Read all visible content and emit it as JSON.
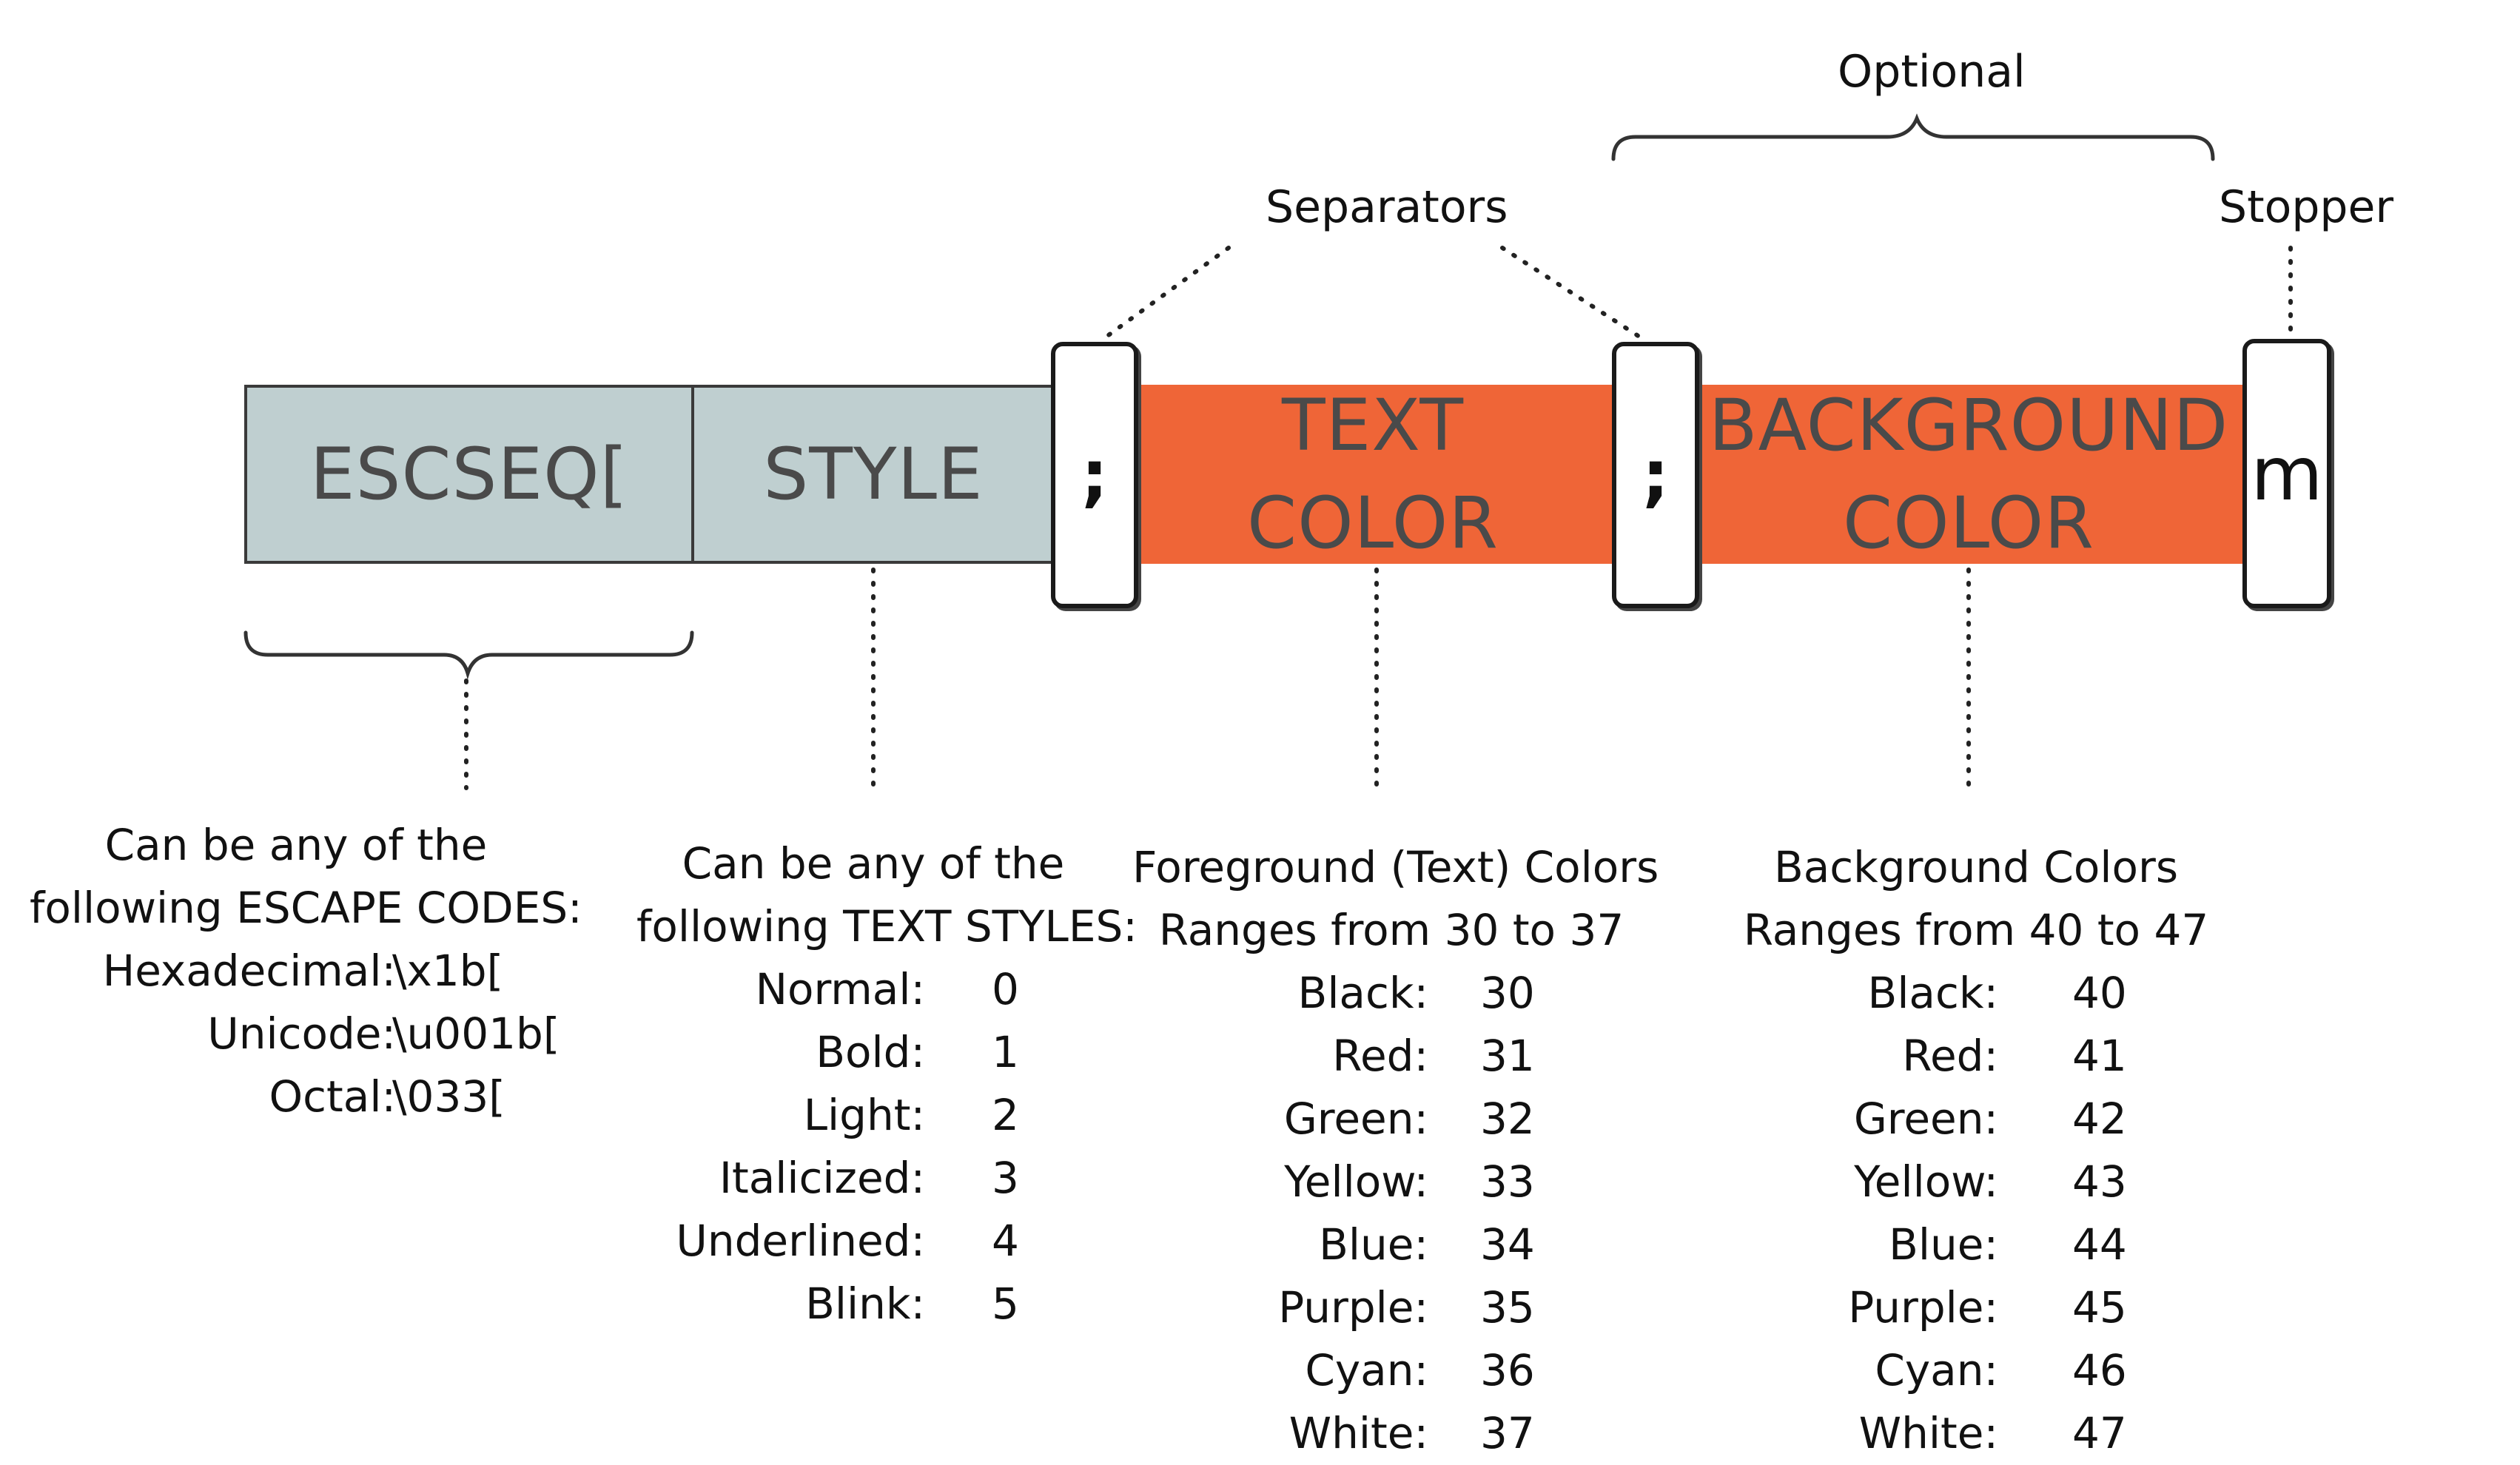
{
  "segments": {
    "escseq": "ESCSEQ[",
    "style": "STYLE",
    "sep1": ";",
    "text_color": [
      "TEXT",
      "COLOR"
    ],
    "sep2": ";",
    "bg_color": [
      "BACKGROUND",
      "COLOR"
    ],
    "stopper": "m"
  },
  "annotations": {
    "optional": "Optional",
    "separators": "Separators",
    "stopper": "Stopper"
  },
  "escape_codes": {
    "header": [
      "Can be any of the",
      "following ESCAPE CODES:"
    ],
    "items": [
      {
        "key": "Hexadecimal:",
        "value": "\\x1b["
      },
      {
        "key": "Unicode:",
        "value": "\\u001b["
      },
      {
        "key": "Octal:",
        "value": "\\033["
      }
    ]
  },
  "text_styles": {
    "header": [
      "Can be any of the",
      "following TEXT STYLES:"
    ],
    "items": [
      {
        "key": "Normal:",
        "value": "0"
      },
      {
        "key": "Bold:",
        "value": "1"
      },
      {
        "key": "Light:",
        "value": "2"
      },
      {
        "key": "Italicized:",
        "value": "3"
      },
      {
        "key": "Underlined:",
        "value": "4"
      },
      {
        "key": "Blink:",
        "value": "5"
      }
    ]
  },
  "foreground_colors": {
    "header": [
      "Foreground (Text) Colors",
      "Ranges from 30 to 37"
    ],
    "items": [
      {
        "key": "Black:",
        "value": "30"
      },
      {
        "key": "Red:",
        "value": "31"
      },
      {
        "key": "Green:",
        "value": "32"
      },
      {
        "key": "Yellow:",
        "value": "33"
      },
      {
        "key": "Blue:",
        "value": "34"
      },
      {
        "key": "Purple:",
        "value": "35"
      },
      {
        "key": "Cyan:",
        "value": "36"
      },
      {
        "key": "White:",
        "value": "37"
      }
    ]
  },
  "background_colors": {
    "header": [
      "Background Colors",
      "Ranges from 40 to 47"
    ],
    "items": [
      {
        "key": "Black:",
        "value": "40"
      },
      {
        "key": "Red:",
        "value": "41"
      },
      {
        "key": "Green:",
        "value": "42"
      },
      {
        "key": "Yellow:",
        "value": "43"
      },
      {
        "key": "Blue:",
        "value": "44"
      },
      {
        "key": "Purple:",
        "value": "45"
      },
      {
        "key": "Cyan:",
        "value": "46"
      },
      {
        "key": "White:",
        "value": "47"
      }
    ]
  },
  "colors": {
    "grey_segment": "#bfcfd0",
    "orange_segment": "#ef6537",
    "segment_text": "#4a4a4a"
  }
}
